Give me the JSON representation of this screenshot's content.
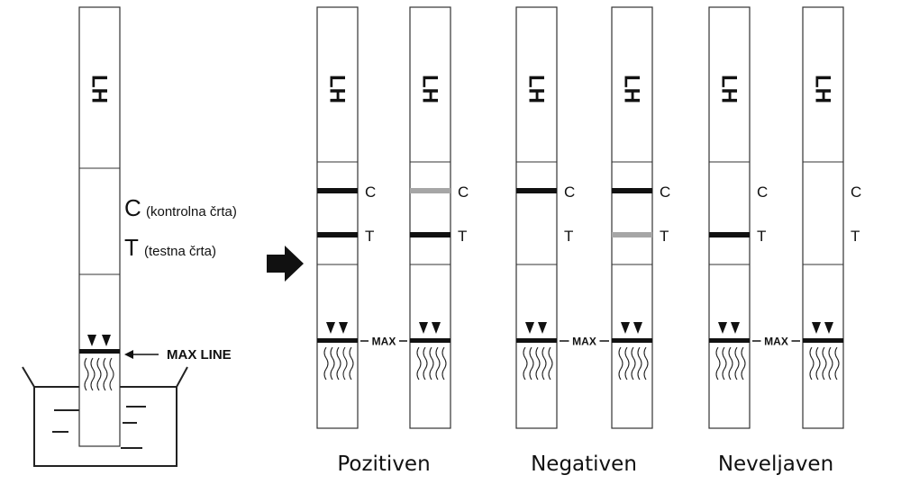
{
  "strip_label": "LH",
  "dip_strip": {
    "c_letter": "C",
    "c_description": "(kontrolna črta)",
    "t_letter": "T",
    "t_description": "(testna črta)",
    "max_line_label": "MAX LINE"
  },
  "result_strips": [
    {
      "c_line": "dark",
      "t_line": "dark"
    },
    {
      "c_line": "light",
      "t_line": "dark"
    },
    {
      "c_line": "dark",
      "t_line": "none"
    },
    {
      "c_line": "dark",
      "t_line": "light"
    },
    {
      "c_line": "none",
      "t_line": "dark"
    },
    {
      "c_line": "none",
      "t_line": "none"
    }
  ],
  "c_letter": "C",
  "t_letter": "T",
  "max_label": "MAX",
  "results": {
    "positive": "Pozitiven",
    "negative": "Negativen",
    "invalid": "Neveljaven"
  },
  "colors": {
    "line_dark": "#111111",
    "line_light": "#a6a6a6",
    "outline": "#333333"
  }
}
